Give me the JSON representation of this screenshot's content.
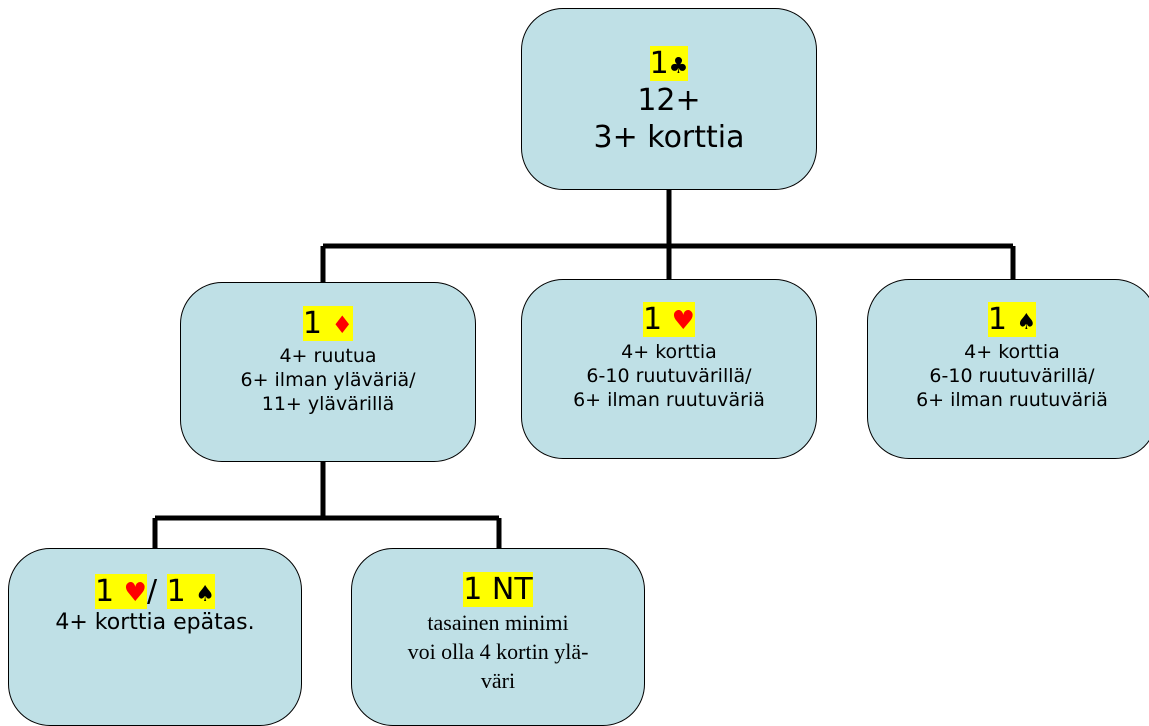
{
  "nodes": {
    "root": {
      "bid_level": "1",
      "bid_suit": "♣",
      "lines": [
        "12+",
        "3+ korttia"
      ]
    },
    "diamond": {
      "bid_level": "1 ",
      "bid_suit": "♦",
      "lines": [
        "4+ ruutua",
        "6+ ilman yläväriä/",
        "11+ ylävärillä"
      ]
    },
    "heart": {
      "bid_level": "1 ",
      "bid_suit": "♥",
      "lines": [
        "4+ korttia",
        "6-10 ruutuvärillä/",
        "6+ ilman ruutuväriä"
      ]
    },
    "spade": {
      "bid_level": "1 ",
      "bid_suit": "♠",
      "lines": [
        "4+ korttia",
        "6-10 ruutuvärillä/",
        "6+ ilman ruutuväriä"
      ]
    },
    "major": {
      "bid1_level": "1 ",
      "bid1_suit": "♥",
      "separator": "/ ",
      "bid2_level": "1 ",
      "bid2_suit": "♠",
      "lines": [
        "4+ korttia epätas."
      ]
    },
    "nt": {
      "bid": "1 NT",
      "lines": [
        "tasainen minimi",
        "voi olla 4 kortin ylä-",
        "väri"
      ]
    }
  },
  "colors": {
    "box_fill": "#bfe0e6",
    "highlight": "#ffff00",
    "red_suit": "#ff0000",
    "connector": "#000000"
  }
}
